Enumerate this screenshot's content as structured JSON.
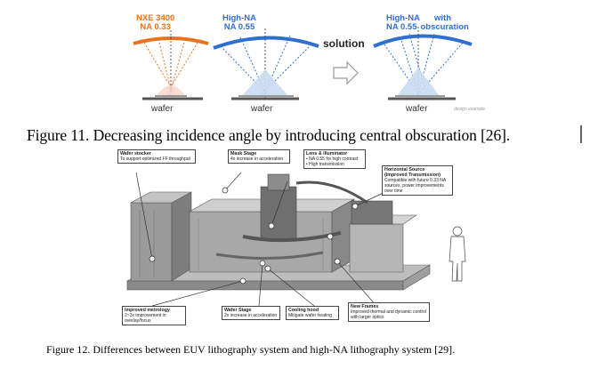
{
  "figure11": {
    "panel1": {
      "line1": "NXE 3400",
      "line2": "NA 0.33",
      "wafer": "wafer"
    },
    "panel2": {
      "line1": "High-NA",
      "line2": "NA 0.55",
      "wafer": "wafer"
    },
    "solution": "solution",
    "panel3": {
      "line1a": "High-NA",
      "line1b": "with",
      "line2a": "NA 0.55",
      "line2b": "obscuration",
      "wafer": "wafer"
    },
    "design_note": "design example",
    "colors": {
      "orange": "#e8731e",
      "blue": "#2f6fd0",
      "light_blue": "#c9dcf2",
      "gray": "#777777"
    },
    "caption": "Figure 11. Decreasing incidence angle by introducing central obscuration [26]."
  },
  "figure12": {
    "callouts": {
      "wafer_stocker": {
        "title": "Wafer stocker",
        "text": "To support optimized FF throughput"
      },
      "mask_stage": {
        "title": "Mask Stage",
        "text": "4x increase in acceleration"
      },
      "lens": {
        "title": "Lens & illuminator",
        "items": [
          "NA 0.55 for high contrast",
          "High transmission"
        ]
      },
      "horizontal_source": {
        "title": "Horizontal Source",
        "title2": "(improved Transmission)",
        "text": "Compatible with future 0.33 NA sources, power improvements over time"
      },
      "metrology": {
        "title": "Improved metrology",
        "text": "2~3x improvement in overlay/focus"
      },
      "wafer_stage": {
        "title": "Wafer Stage",
        "text": "2x increase in acceleration"
      },
      "cooling_hood": {
        "title": "Cooling hood",
        "text": "Mitigate wafer heating"
      },
      "new_frames": {
        "title": "New Frames",
        "text": "Improved thermal and dynamic control with larger optics"
      }
    },
    "caption": "Figure 12. Differences between EUV lithography system and high-NA lithography system [29]."
  }
}
